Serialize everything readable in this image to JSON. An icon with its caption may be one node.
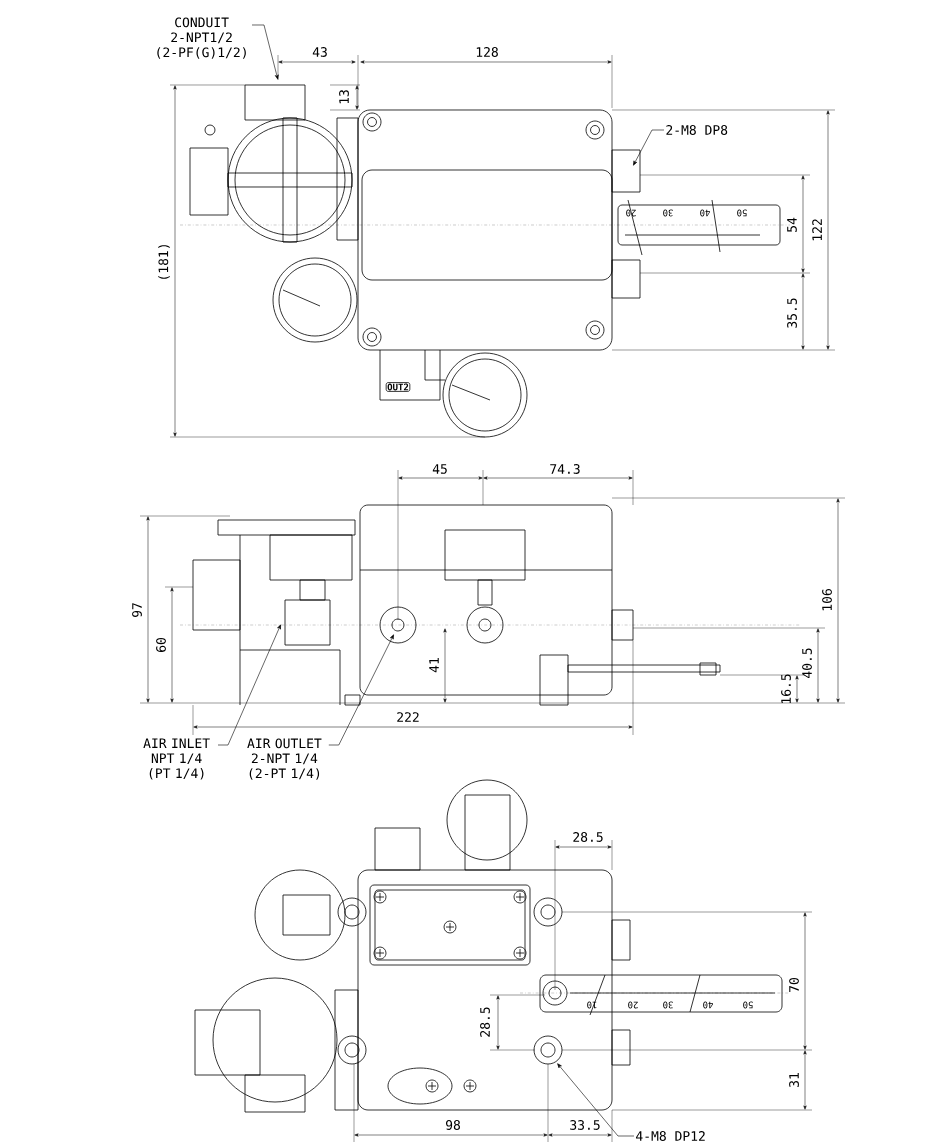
{
  "diagram": {
    "nodes": [
      {
        "text": [
          "CONDUIT 2-NPT1/2 (2-PF(G)1/2)"
        ]
      },
      {
        "text": [
          "2-M8 DP8"
        ]
      },
      {
        "text": [
          "AIR INLET NPT 1/4 (PT 1/4)"
        ]
      },
      {
        "text": [
          "AIR OUTLET 2-NPT 1/4 (2-PT 1/4)"
        ]
      },
      {
        "text": [
          "4-M8 DP12"
        ]
      }
    ],
    "edges": [
      {
        "from": 0,
        "to": null,
        "arrow": "to"
      },
      {
        "from": 1,
        "to": null,
        "arrow": "to"
      },
      {
        "from": 2,
        "to": null,
        "arrow": "to"
      },
      {
        "from": 3,
        "to": null,
        "arrow": "to"
      },
      {
        "from": 4,
        "to": null,
        "arrow": "to"
      }
    ],
    "labels": [
      "43",
      "128",
      "13",
      "(181)",
      "20",
      "30",
      "40",
      "50",
      "54",
      "122",
      "35.5",
      "OUT2",
      "45",
      "74.3",
      "97",
      "106",
      "60",
      "41",
      "40.5",
      "16.5",
      "222",
      "28.5",
      "70",
      "28.5",
      "10",
      "20",
      "30",
      "40",
      "50",
      "31",
      "98",
      "33.5"
    ]
  }
}
